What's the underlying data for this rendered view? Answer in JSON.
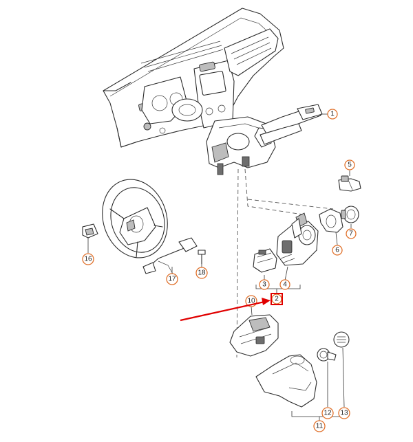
{
  "callouts": {
    "c1": "1",
    "c2": "2",
    "c3": "3",
    "c4": "4",
    "c5": "5",
    "c6": "6",
    "c7": "7",
    "c10": "10",
    "c11": "11",
    "c12": "12",
    "c13": "13",
    "c16": "16",
    "c17": "17",
    "c18": "18"
  },
  "colors": {
    "callout_ring": "#e0702a",
    "highlight": "#e00000"
  }
}
